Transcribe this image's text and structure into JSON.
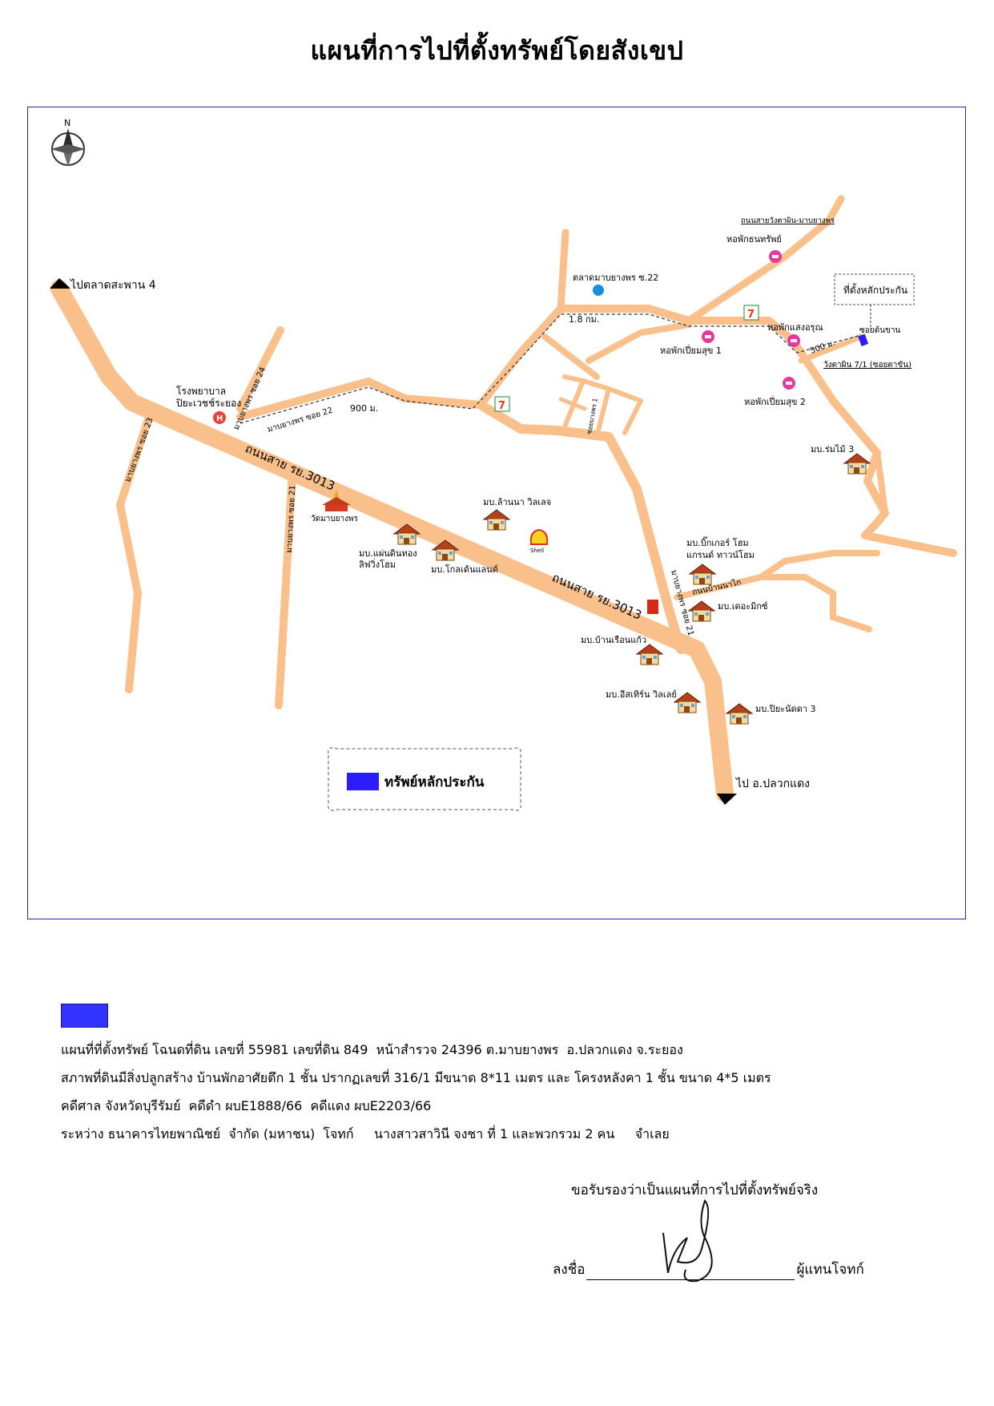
{
  "title": "แผนที่การไปที่ตั้งทรัพย์โดยสังเขป",
  "map": {
    "north_label": "N",
    "roads": {
      "main_road_1": "ถนนสาย รย.3013",
      "main_road_2": "ถนนสาย รย.3013",
      "soi_22": "มาบยางพร ซอย 22",
      "soi_24": "มาบยางพร ซอย 24",
      "soi_23": "มาบยางพร ซอย 23",
      "soi_21_left": "มาบยางพร ซอย 21",
      "soi_21_right": "มาบยางพร ซอย 21",
      "road_wangtaphin": "ถนนสายวังตาผิน-มาบยางพร",
      "soi_tonkhan": "ซอยต้นขาน",
      "wangtaphin_7_1": "วังตาผิน 7/1 (ซอยตาขัน)",
      "soi_khaobanchang": "ถนนบ้านนาไก",
      "small_soi": "ซอยบางพร 1"
    },
    "distances": {
      "d_900": "900 ม.",
      "d_1_8": "1.8 กม.",
      "d_500": "500 ม."
    },
    "directions": {
      "to_market": "ไปตลาดสะพาน 4",
      "to_pluakdaeng": "ไป อ.ปลวกแดง"
    },
    "places": {
      "hospital": [
        "โรงพยาบาล",
        "ปิยะเวชช์ระยอง"
      ],
      "temple": "วัดมาบยางพร",
      "market": "ตลาดมาบยางพร ซ.22",
      "dorm_thanasap": "หอพักธนทรัพย์",
      "dorm_saengarun": "หอพักแสงอรุณ",
      "dorm_piamsuk1": "หอพักเปี่ยมสุข 1",
      "dorm_piamsuk2": "หอพักเปี่ยมสุข 2",
      "mb_rommai3": "มบ.ร่มไม้ 3",
      "mb_lanna": "มบ.ล้านนา วิลเลจ",
      "mb_phaendinthong": [
        "มบ.แผ่นดินทอง",
        "ลิฟวิ่งโฮม"
      ],
      "mb_golden": "มบ.โกลเด้นแลนด์",
      "mb_bigger": [
        "มบ.บิ๊กเกอร์ โฮม",
        "แกรนด์ ทาวน์โฮม"
      ],
      "mb_themix": "มบ.เดอะมิกซ์",
      "mb_baanruen": "มบ.บ้านเรือนแก้ว",
      "mb_eastern": "มบ.อีสเทิร์น วิลเลย์",
      "mb_piyanatda": "มบ.ปิยะนัดดา 3",
      "collateral_site": "ที่ตั้งหลักประกัน",
      "shell": "Shell"
    },
    "legend_label": "ทรัพย์หลักประกัน",
    "colors": {
      "road": "#f9c08c",
      "collateral": "#2b1dff",
      "frame": "#2a2aa8",
      "pink_marker": "#e6399b"
    }
  },
  "info": {
    "line1": "แผนที่ที่ตั้งทรัพย์ โฉนดที่ดิน เลขที่ 55981 เลขที่ดิน 849  หน้าสำรวจ 24396 ต.มาบยางพร  อ.ปลวกแดง จ.ระยอง",
    "line2": "สภาพที่ดินมีสิ่งปลูกสร้าง บ้านพักอาศัยตึก 1 ชั้น ปรากฏเลขที่ 316/1 มีขนาด 8*11 เมตร และ โครงหลังคา 1 ชั้น ขนาด 4*5 เมตร",
    "line3": "คดีศาล จังหวัดบุรีรัมย์  คดีดำ ผบE1888/66  คดีแดง ผบE2203/66",
    "line4": "ระหว่าง ธนาคารไทยพาณิชย์  จำกัด (มหาชน)  โจทก์     นางสาวสาวินี จงชา ที่ 1 และพวกรวม 2 คน     จำเลย"
  },
  "certification": "ขอรับรองว่าเป็นแผนที่การไปที่ตั้งทรัพย์จริง",
  "signature": {
    "sign_label": "ลงชื่อ",
    "role_label": "ผู้แทนโจทก์"
  }
}
